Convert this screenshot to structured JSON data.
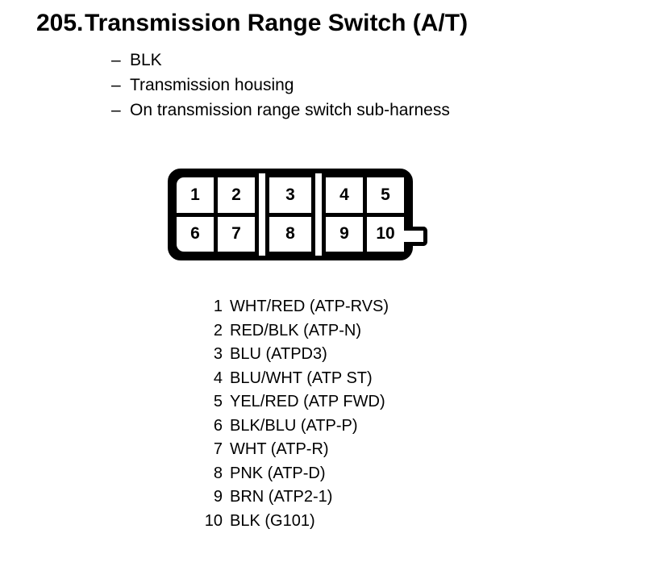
{
  "heading": {
    "item_number": "205.",
    "title": "Transmission Range Switch (A/T)"
  },
  "details": {
    "dash": "–",
    "items": [
      "BLK",
      "Transmission housing",
      "On transmission range switch sub-harness"
    ]
  },
  "connector": {
    "description": "10-pin connector, two rows",
    "blocks": [
      {
        "cells": [
          "1",
          "2",
          "6",
          "7"
        ]
      },
      {
        "cells": [
          "3",
          "8"
        ]
      },
      {
        "cells": [
          "4",
          "5",
          "9",
          "10"
        ]
      }
    ]
  },
  "pins": [
    {
      "num": "1",
      "label": "WHT/RED (ATP-RVS)"
    },
    {
      "num": "2",
      "label": "RED/BLK (ATP-N)"
    },
    {
      "num": "3",
      "label": "BLU (ATPD3)"
    },
    {
      "num": "4",
      "label": "BLU/WHT (ATP ST)"
    },
    {
      "num": "5",
      "label": "YEL/RED (ATP FWD)"
    },
    {
      "num": "6",
      "label": "BLK/BLU (ATP-P)"
    },
    {
      "num": "7",
      "label": "WHT (ATP-R)"
    },
    {
      "num": "8",
      "label": "PNK (ATP-D)"
    },
    {
      "num": "9",
      "label": "BRN (ATP2-1)"
    },
    {
      "num": "10",
      "label": "BLK (G101)"
    }
  ]
}
